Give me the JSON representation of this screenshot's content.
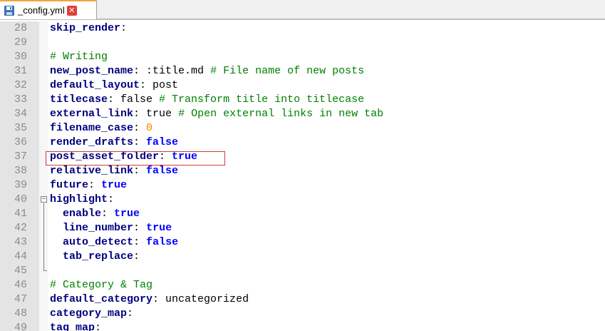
{
  "tab": {
    "label": "_config.yml",
    "save_icon": "save-disk-icon",
    "close_icon": "close-icon",
    "close_glyph": "✕"
  },
  "colors": {
    "key": "#000080",
    "bool": "#0000ff",
    "number": "#ff8000",
    "comment": "#008000",
    "highlight_box": "#d23b3b"
  },
  "fold_glyph": "−",
  "lines": [
    {
      "num": "28",
      "indent": "",
      "key": "skip_render",
      "sep": ":",
      "val": "",
      "val_type": "",
      "comment": ""
    },
    {
      "num": "29",
      "indent": "",
      "key": "",
      "sep": "",
      "val": "",
      "val_type": "",
      "comment": ""
    },
    {
      "num": "30",
      "indent": "",
      "key": "",
      "sep": "",
      "val": "",
      "val_type": "",
      "comment": "# Writing"
    },
    {
      "num": "31",
      "indent": "",
      "key": "new_post_name",
      "sep": ": ",
      "val": ":title.md",
      "val_type": "plain",
      "comment": " # File name of new posts"
    },
    {
      "num": "32",
      "indent": "",
      "key": "default_layout",
      "sep": ": ",
      "val": "post",
      "val_type": "plain",
      "comment": ""
    },
    {
      "num": "33",
      "indent": "",
      "key": "titlecase",
      "sep": ": ",
      "val": "false",
      "val_type": "plain",
      "comment": " # Transform title into titlecase"
    },
    {
      "num": "34",
      "indent": "",
      "key": "external_link",
      "sep": ": ",
      "val": "true",
      "val_type": "plain",
      "comment": " # Open external links in new tab"
    },
    {
      "num": "35",
      "indent": "",
      "key": "filename_case",
      "sep": ": ",
      "val": "0",
      "val_type": "num",
      "comment": ""
    },
    {
      "num": "36",
      "indent": "",
      "key": "render_drafts",
      "sep": ": ",
      "val": "false",
      "val_type": "bool",
      "comment": ""
    },
    {
      "num": "37",
      "indent": "",
      "key": "post_asset_folder",
      "sep": ": ",
      "val": "true",
      "val_type": "bool",
      "comment": ""
    },
    {
      "num": "38",
      "indent": "",
      "key": "relative_link",
      "sep": ": ",
      "val": "false",
      "val_type": "bool",
      "comment": ""
    },
    {
      "num": "39",
      "indent": "",
      "key": "future",
      "sep": ": ",
      "val": "true",
      "val_type": "bool",
      "comment": ""
    },
    {
      "num": "40",
      "indent": "",
      "key": "highlight",
      "sep": ":",
      "val": "",
      "val_type": "",
      "comment": ""
    },
    {
      "num": "41",
      "indent": "  ",
      "key": "enable",
      "sep": ": ",
      "val": "true",
      "val_type": "bool",
      "comment": ""
    },
    {
      "num": "42",
      "indent": "  ",
      "key": "line_number",
      "sep": ": ",
      "val": "true",
      "val_type": "bool",
      "comment": ""
    },
    {
      "num": "43",
      "indent": "  ",
      "key": "auto_detect",
      "sep": ": ",
      "val": "false",
      "val_type": "bool",
      "comment": ""
    },
    {
      "num": "44",
      "indent": "  ",
      "key": "tab_replace",
      "sep": ":",
      "val": "",
      "val_type": "",
      "comment": ""
    },
    {
      "num": "45",
      "indent": "",
      "key": "",
      "sep": "",
      "val": "",
      "val_type": "",
      "comment": ""
    },
    {
      "num": "46",
      "indent": "",
      "key": "",
      "sep": "",
      "val": "",
      "val_type": "",
      "comment": "# Category & Tag"
    },
    {
      "num": "47",
      "indent": "",
      "key": "default_category",
      "sep": ": ",
      "val": "uncategorized",
      "val_type": "plain",
      "comment": ""
    },
    {
      "num": "48",
      "indent": "",
      "key": "category_map",
      "sep": ":",
      "val": "",
      "val_type": "",
      "comment": ""
    },
    {
      "num": "49",
      "indent": "",
      "key": "tag_map",
      "sep": ":",
      "val": "",
      "val_type": "",
      "comment": ""
    }
  ]
}
